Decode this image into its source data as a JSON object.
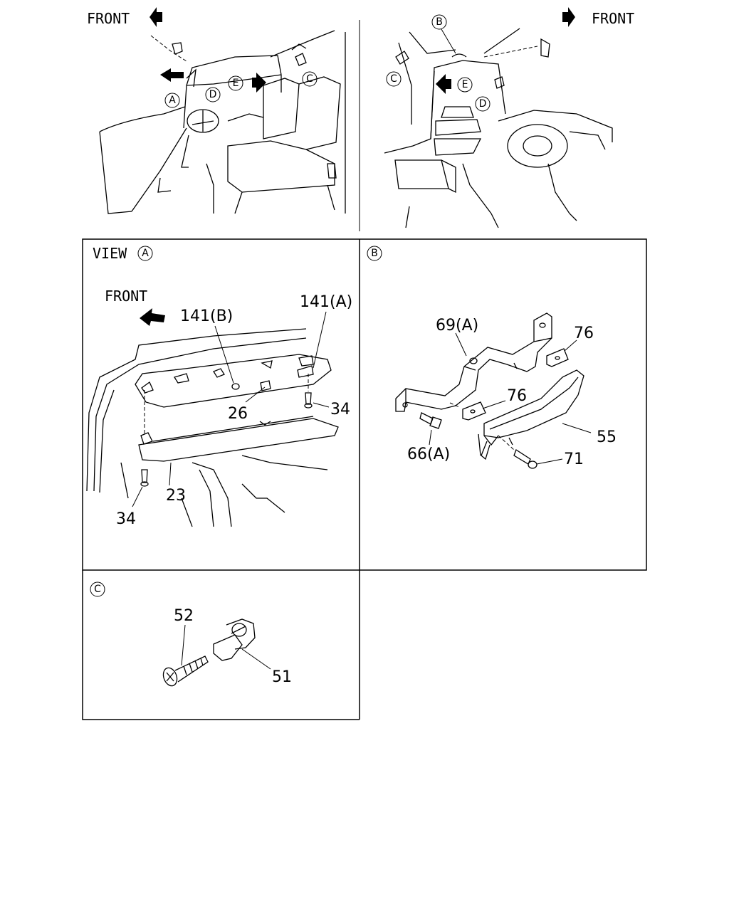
{
  "top_left": {
    "front_label": "FRONT",
    "callouts": [
      "A",
      "D",
      "E",
      "C"
    ]
  },
  "top_right": {
    "front_label": "FRONT",
    "callouts": [
      "B",
      "C",
      "E",
      "D"
    ]
  },
  "view_a": {
    "title": "VIEW",
    "title_callout": "A",
    "front_label": "FRONT",
    "parts": [
      "141(B)",
      "141(A)",
      "26",
      "34",
      "23",
      "34"
    ]
  },
  "view_b": {
    "callout": "B",
    "parts": [
      "69(A)",
      "76",
      "76",
      "66(A)",
      "55",
      "71"
    ]
  },
  "view_c": {
    "callout": "C",
    "parts": [
      "52",
      "51"
    ]
  }
}
